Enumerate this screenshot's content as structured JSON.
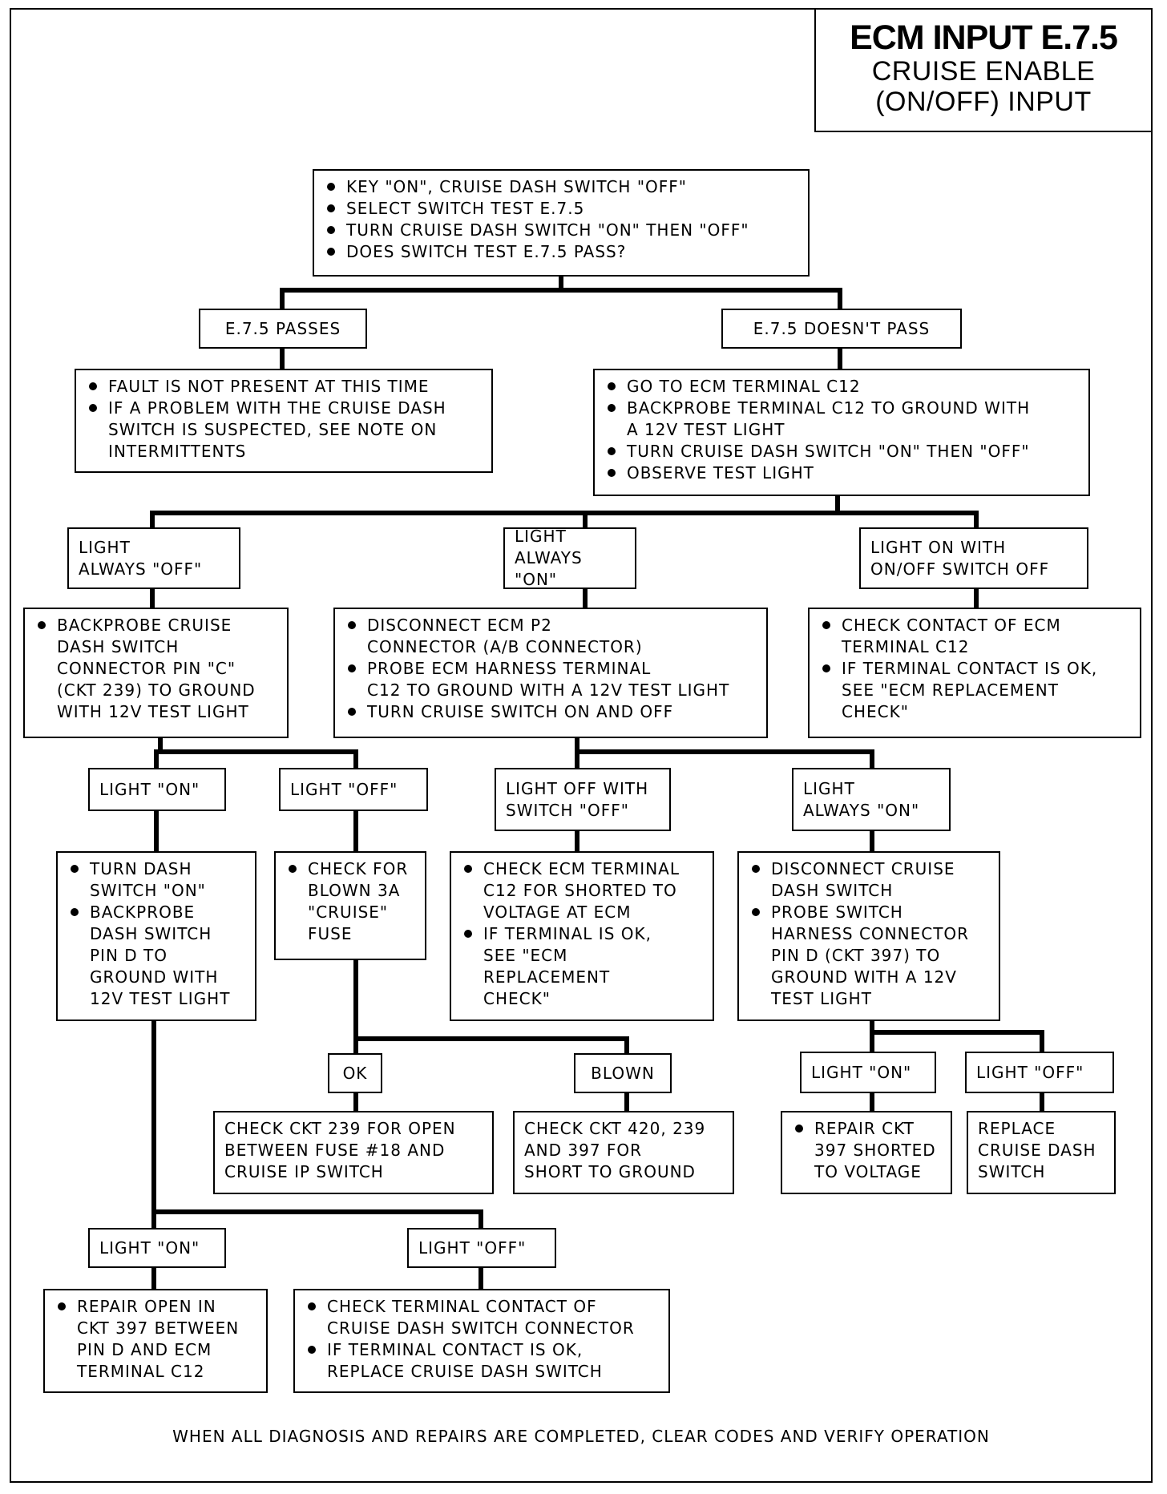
{
  "title": {
    "main": "ECM INPUT E.7.5",
    "sub_line1": "CRUISE ENABLE",
    "sub_line2": "(ON/OFF) INPUT"
  },
  "nodes": {
    "start": {
      "items": [
        "KEY \"ON\", CRUISE DASH SWITCH \"OFF\"",
        "SELECT SWITCH TEST E.7.5",
        "TURN CRUISE DASH SWITCH \"ON\" THEN \"OFF\"",
        "DOES SWITCH TEST E.7.5 PASS?"
      ]
    },
    "passes_label": "E.7.5 PASSES",
    "doesnt_pass_label": "E.7.5 DOESN'T PASS",
    "passes_action": {
      "items": [
        "FAULT IS NOT PRESENT AT THIS TIME",
        "IF A PROBLEM WITH THE CRUISE DASH\nSWITCH IS SUSPECTED, SEE NOTE ON\nINTERMITTENTS"
      ]
    },
    "doesnt_pass_action": {
      "items": [
        "GO TO ECM TERMINAL C12",
        "BACKPROBE TERMINAL C12 TO GROUND WITH\nA 12V TEST LIGHT",
        "TURN CRUISE DASH SWITCH \"ON\" THEN \"OFF\"",
        "OBSERVE TEST LIGHT"
      ]
    },
    "light_always_off_label": "LIGHT\nALWAYS \"OFF\"",
    "light_always_on_label": "LIGHT\nALWAYS \"ON\"",
    "light_on_switch_off_label": "LIGHT ON WITH\nON/OFF SWITCH OFF",
    "backprobe_dash_switch": {
      "items": [
        "BACKPROBE CRUISE\nDASH SWITCH\nCONNECTOR PIN \"C\"\n(CKT 239) TO GROUND\nWITH 12V TEST LIGHT"
      ]
    },
    "disconnect_p2": {
      "items": [
        "DISCONNECT ECM P2\nCONNECTOR (A/B CONNECTOR)",
        "PROBE ECM HARNESS TERMINAL\nC12 TO GROUND WITH A 12V TEST LIGHT",
        "TURN CRUISE SWITCH ON AND OFF"
      ]
    },
    "check_contact_c12": {
      "items": [
        "CHECK CONTACT OF ECM\nTERMINAL C12",
        "IF TERMINAL CONTACT IS OK,\nSEE \"ECM REPLACEMENT\nCHECK\""
      ]
    },
    "light_on_a_label": "LIGHT \"ON\"",
    "light_off_a_label": "LIGHT \"OFF\"",
    "light_off_switch_off_label": "LIGHT OFF WITH\nSWITCH \"OFF\"",
    "light_always_on_b_label": "LIGHT\nALWAYS \"ON\"",
    "turn_dash_switch": {
      "items": [
        "TURN DASH\nSWITCH \"ON\"",
        "BACKPROBE\nDASH SWITCH\nPIN D TO\nGROUND WITH\n12V TEST LIGHT"
      ]
    },
    "check_fuse": {
      "items": [
        "CHECK FOR\nBLOWN 3A\n\"CRUISE\"\nFUSE"
      ]
    },
    "check_c12_short": {
      "items": [
        "CHECK ECM TERMINAL\nC12 FOR SHORTED TO\nVOLTAGE AT ECM",
        "IF TERMINAL IS OK,\nSEE \"ECM\nREPLACEMENT\nCHECK\""
      ]
    },
    "disconnect_dash_switch": {
      "items": [
        "DISCONNECT CRUISE\nDASH SWITCH",
        "PROBE SWITCH\nHARNESS CONNECTOR\nPIN D (CKT 397) TO\nGROUND WITH A 12V\nTEST LIGHT"
      ]
    },
    "ok_label": "OK",
    "blown_label": "BLOWN",
    "light_on_c_label": "LIGHT \"ON\"",
    "light_off_c_label": "LIGHT \"OFF\"",
    "check_ckt239_open": "CHECK CKT 239 FOR OPEN\nBETWEEN FUSE #18 AND\nCRUISE IP SWITCH",
    "check_ckt420_short": "CHECK CKT 420, 239\nAND 397 FOR\nSHORT TO GROUND",
    "repair_ckt397": {
      "items": [
        "REPAIR CKT\n397 SHORTED\nTO VOLTAGE"
      ]
    },
    "replace_dash_switch": "REPLACE\nCRUISE DASH\nSWITCH",
    "light_on_d_label": "LIGHT \"ON\"",
    "light_off_d_label": "LIGHT \"OFF\"",
    "repair_open_397": {
      "items": [
        "REPAIR OPEN IN\nCKT 397 BETWEEN\nPIN D AND ECM\nTERMINAL C12"
      ]
    },
    "check_terminal_contact": {
      "items": [
        "CHECK TERMINAL CONTACT OF\nCRUISE DASH SWITCH CONNECTOR",
        "IF TERMINAL CONTACT IS OK,\nREPLACE CRUISE DASH SWITCH"
      ]
    }
  },
  "footer": "WHEN ALL DIAGNOSIS AND REPAIRS ARE COMPLETED, CLEAR CODES AND VERIFY OPERATION"
}
